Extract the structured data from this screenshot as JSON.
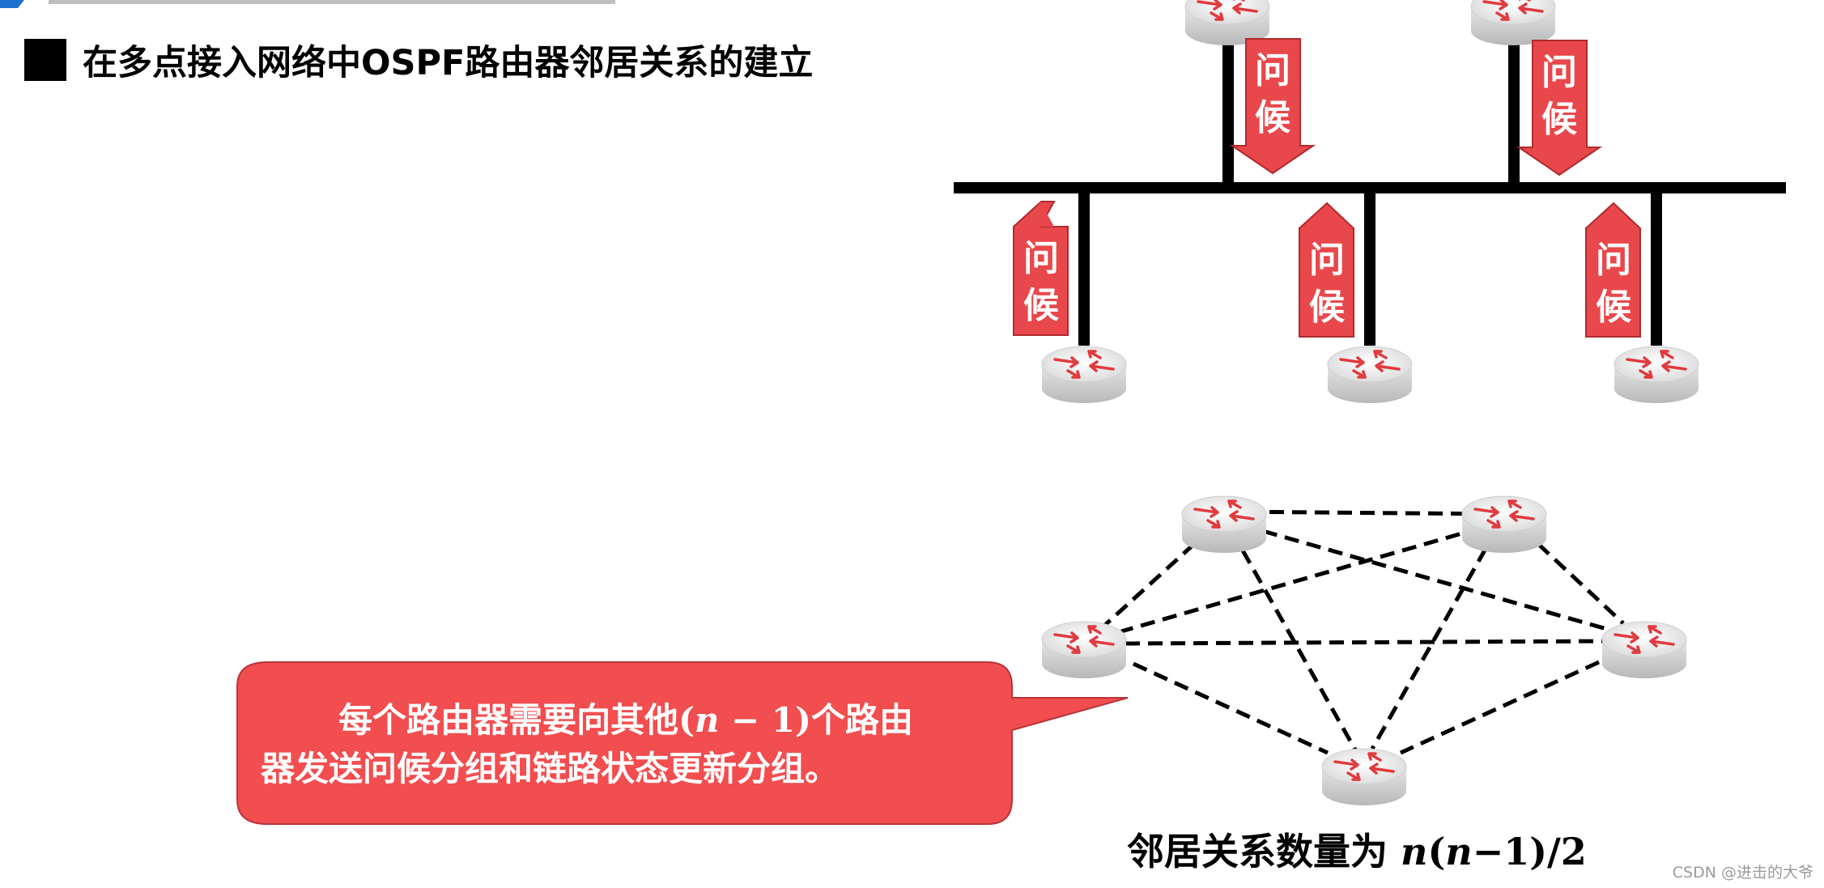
{
  "slide": {
    "section_title": "在多点接入网络中OSPF路由器邻居关系的建立"
  },
  "hello_label": {
    "line1": "问",
    "line2": "候"
  },
  "callout": {
    "line1_prefix": "每个路由器需要向其他",
    "line1_math_open": "(",
    "line1_math_n": "n",
    "line1_math_rest": " − 1)",
    "line1_suffix": "个路由",
    "line2": "器发送问候分组和链路状态更新分组。"
  },
  "formula": {
    "prefix": "邻居关系数量为 ",
    "n1": "n",
    "open": "(",
    "n2": "n",
    "rest": "−1)/2"
  },
  "watermark": "CSDN @进击的大爷",
  "colors": {
    "hello_red": "#e8474b",
    "callout_red": "#f24d4f",
    "line_black": "#000000"
  }
}
